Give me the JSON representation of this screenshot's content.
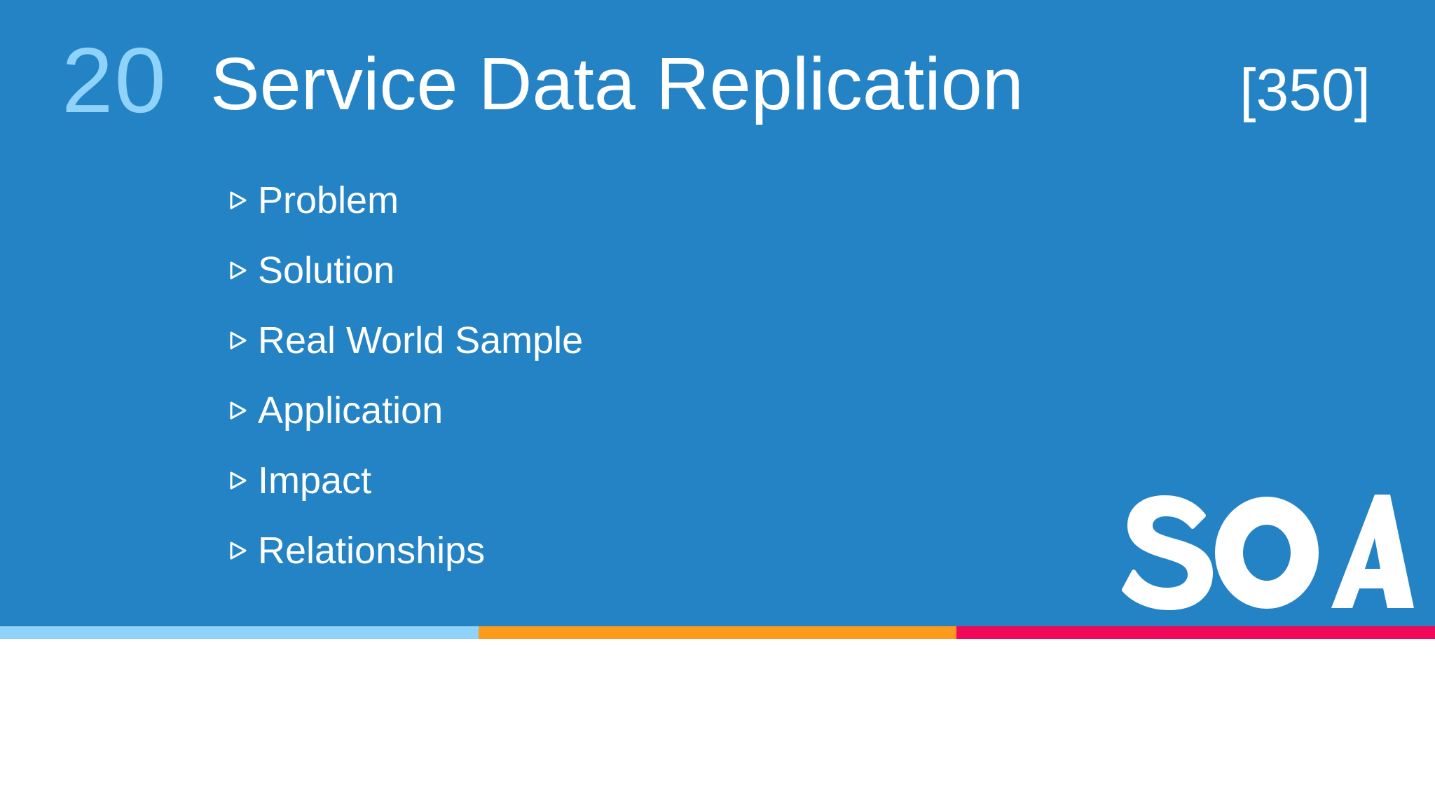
{
  "slide": {
    "number": "20",
    "title": "Service Data Replication",
    "page_ref": "[350]"
  },
  "bullets": [
    {
      "label": "Problem"
    },
    {
      "label": "Solution"
    },
    {
      "label": "Real World Sample"
    },
    {
      "label": "Application"
    },
    {
      "label": "Impact"
    },
    {
      "label": "Relationships"
    }
  ],
  "logo": {
    "text": "SOA"
  },
  "colors": {
    "panel": "#2483c5",
    "number": "#8fd3fa",
    "accent_light_blue": "#8fd3fa",
    "accent_orange": "#fb9a1b",
    "accent_pink": "#f2075a"
  },
  "icons": {
    "bullet": "hollow-triangle-right-icon"
  }
}
